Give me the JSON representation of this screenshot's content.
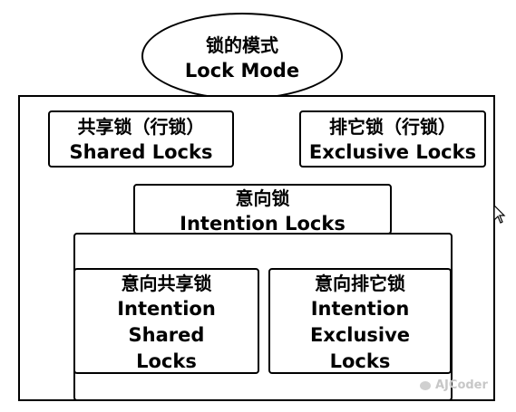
{
  "title": {
    "zh": "锁的模式",
    "en": "Lock Mode"
  },
  "shared_lock": {
    "zh": "共享锁（行锁）",
    "en": "Shared Locks"
  },
  "exclusive_lock": {
    "zh": "排它锁（行锁）",
    "en": "Exclusive Locks"
  },
  "intention_lock": {
    "zh": "意向锁",
    "en": "Intention Locks"
  },
  "intention_shared": {
    "zh": "意向共享锁",
    "en_lines": [
      "Intention",
      "Shared",
      "Locks"
    ]
  },
  "intention_exclusive": {
    "zh": "意向排它锁",
    "en_lines": [
      "Intention",
      "Exclusive",
      "Locks"
    ]
  },
  "watermark": "AJCoder"
}
